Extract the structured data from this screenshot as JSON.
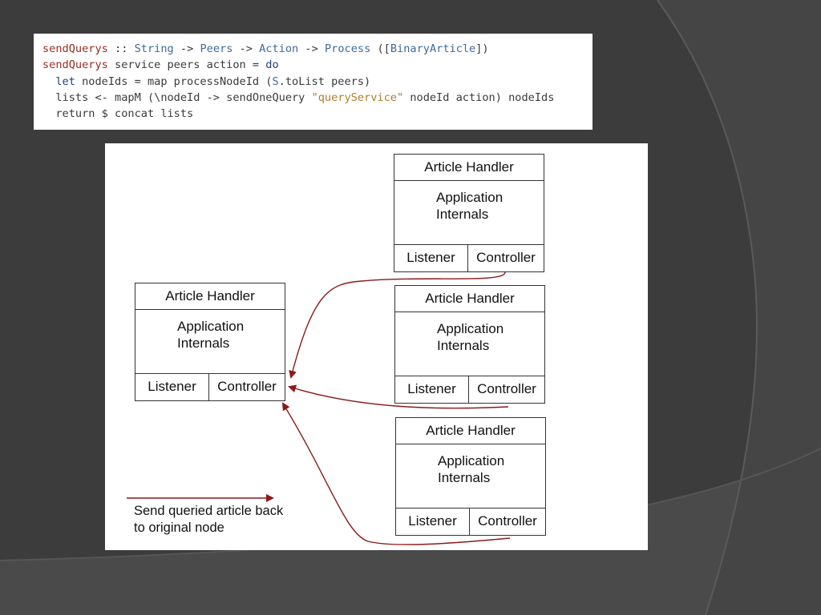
{
  "code": {
    "line1": {
      "fn": "sendQuerys",
      "p1": " :: ",
      "t1": "String",
      "p2": " -> ",
      "t2": "Peers",
      "p3": " -> ",
      "t3": "Action",
      "p4": " -> ",
      "t4": "Process",
      "p5": " ([",
      "t5": "BinaryArticle",
      "p6": "])"
    },
    "line2": {
      "fn": "sendQuerys",
      "p1": " service peers action = ",
      "kw": "do"
    },
    "line3": {
      "kw": "  let",
      "p1": " nodeIds = map processNodeId (",
      "t1": "S",
      "p2": ".toList peers)"
    },
    "line4": {
      "p1": "  lists <- mapM (\\nodeId -> sendOneQuery ",
      "str": "\"queryService\"",
      "p2": " nodeId action) nodeIds"
    },
    "line5": {
      "p1": "  return $ concat lists"
    }
  },
  "diagram": {
    "nodes": [
      {
        "title": "Article Handler",
        "internals": "Application Internals",
        "listener": "Listener",
        "controller": "Controller"
      },
      {
        "title": "Article Handler",
        "internals": "Application Internals",
        "listener": "Listener",
        "controller": "Controller"
      },
      {
        "title": "Article Handler",
        "internals": "Application Internals",
        "listener": "Listener",
        "controller": "Controller"
      },
      {
        "title": "Article Handler",
        "internals": "Application Internals",
        "listener": "Listener",
        "controller": "Controller"
      }
    ],
    "legend": "Send queried article back to original node",
    "arrow_color": "#8b1a1a"
  },
  "theme": {
    "background": "#3b3b3b",
    "panel": "#ffffff"
  }
}
